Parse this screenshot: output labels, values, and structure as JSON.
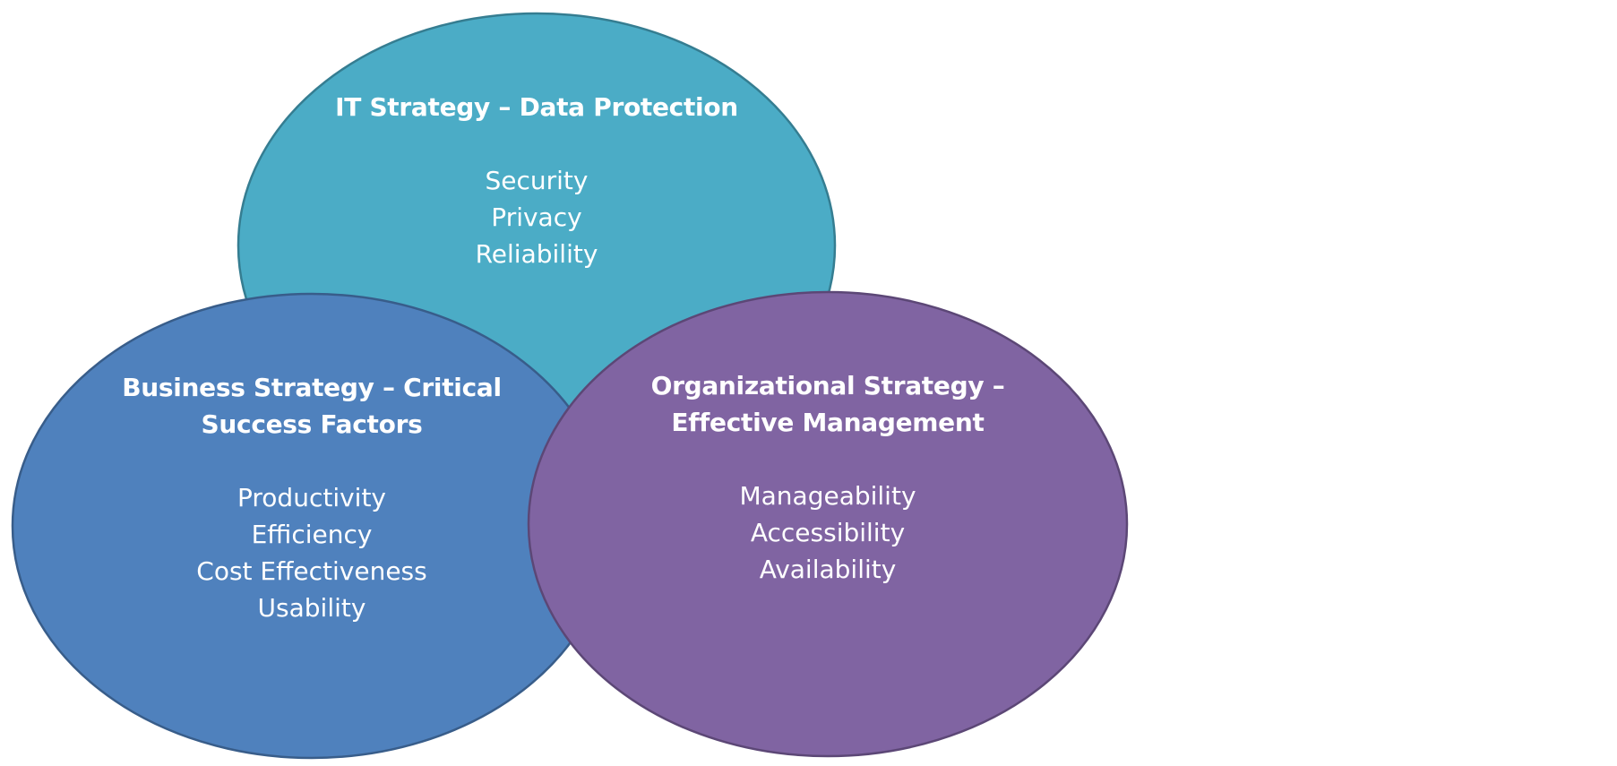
{
  "diagram": {
    "circles": [
      {
        "id": "it",
        "heading_lines": [
          "IT Strategy – Data Protection"
        ],
        "items": [
          "Security",
          "Privacy",
          "Reliability"
        ],
        "fill": "#4BACC6",
        "stroke": "#357D91"
      },
      {
        "id": "business",
        "heading_lines": [
          "Business Strategy – Critical",
          "Success Factors"
        ],
        "items": [
          "Productivity",
          "Efficiency",
          "Cost Effectiveness",
          "Usability"
        ],
        "fill": "#4F81BD",
        "stroke": "#385D8A"
      },
      {
        "id": "organizational",
        "heading_lines": [
          "Organizational Strategy –",
          "Effective Management"
        ],
        "items": [
          "Manageability",
          "Accessibility",
          "Availability"
        ],
        "fill": "#8064A2",
        "stroke": "#5C4776"
      }
    ]
  }
}
